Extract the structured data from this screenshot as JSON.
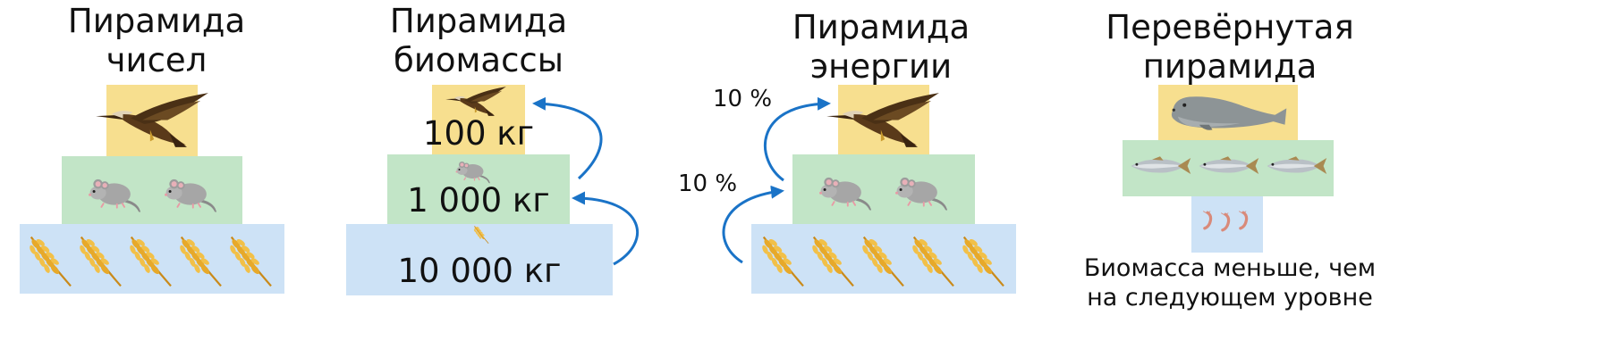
{
  "pyramids": [
    {
      "title": "Пирамида\nчисел",
      "levels": [
        {
          "organism": "орёл",
          "count": 1
        },
        {
          "organism": "мышь",
          "count": 2
        },
        {
          "organism": "пшеница",
          "count": 5
        }
      ]
    },
    {
      "title": "Пирамида\nбиомассы",
      "levels": [
        {
          "organism": "орёл",
          "value": "100 кг"
        },
        {
          "organism": "мышь",
          "value": "1 000 кг"
        },
        {
          "organism": "пшеница",
          "value": "10 000 кг"
        }
      ]
    },
    {
      "title": "Пирамида\nэнергии",
      "transfer_labels": [
        "10 %",
        "10 %"
      ],
      "levels": [
        {
          "organism": "орёл",
          "count": 1
        },
        {
          "organism": "мышь",
          "count": 2
        },
        {
          "organism": "пшеница",
          "count": 5
        }
      ]
    },
    {
      "title": "Перевёрнутая\nпирамида",
      "levels": [
        {
          "organism": "тюлень",
          "count": 1
        },
        {
          "organism": "рыба",
          "count": 3
        },
        {
          "organism": "криль",
          "count": 3
        }
      ],
      "note": "Биомасса меньше, чем\nна следующем уровне"
    }
  ],
  "colors": {
    "top": "#f7df8f",
    "middle": "#c2e5c7",
    "bottom": "#cde2f6",
    "arrow": "#1a73c7"
  },
  "icons": [
    "eagle-icon",
    "mouse-icon",
    "wheat-icon",
    "seal-icon",
    "fish-icon",
    "shrimp-icon"
  ]
}
